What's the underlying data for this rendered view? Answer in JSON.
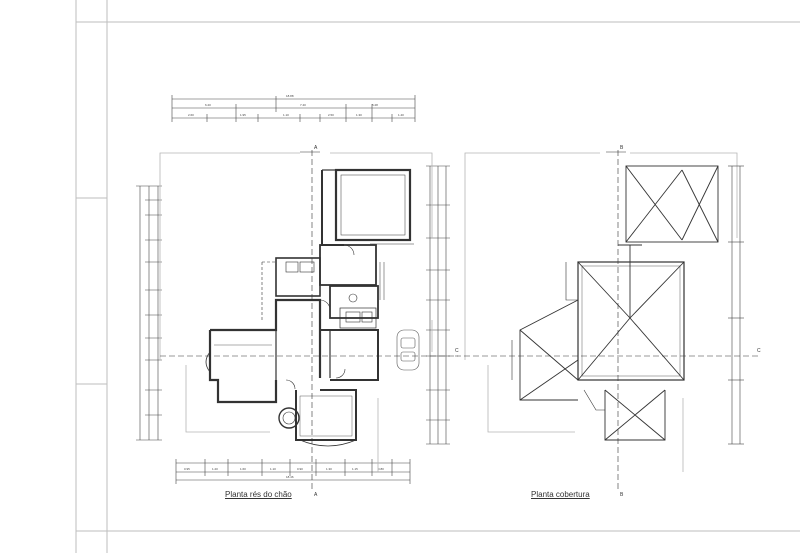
{
  "sheet": {
    "plan_ground_floor_title": "Planta rés do chão",
    "plan_roof_title": "Planta cobertura",
    "section_markers": {
      "a_top": "A",
      "a_bottom": "A",
      "b_top": "B",
      "b_bottom": "B",
      "c_left": "C",
      "c_right": "C"
    }
  },
  "colors": {
    "line": "#333333",
    "light_line": "#9a9a9a",
    "frame": "#bdbdbd",
    "background": "#ffffff"
  }
}
